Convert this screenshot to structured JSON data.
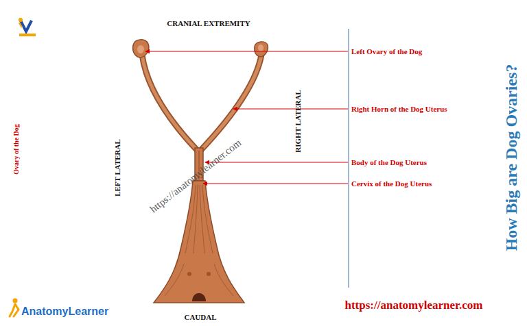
{
  "diagram": {
    "title": "How Big are Dog Ovaries?",
    "labels": [
      "CRANIAL EXTREMITY",
      "Left Ovary of the Dog",
      "Right Horn of the Dog Uterus",
      "Ovary of the Dog",
      "LEFT LATERAL",
      "RIGHT LATERAL",
      "https://anatomylearner.com",
      "Body of the Dog Uterus",
      "Cervix of the Dog Uterus",
      "CAUDAL",
      "AnatomyLearner",
      "https://anatomylearner.com"
    ]
  }
}
